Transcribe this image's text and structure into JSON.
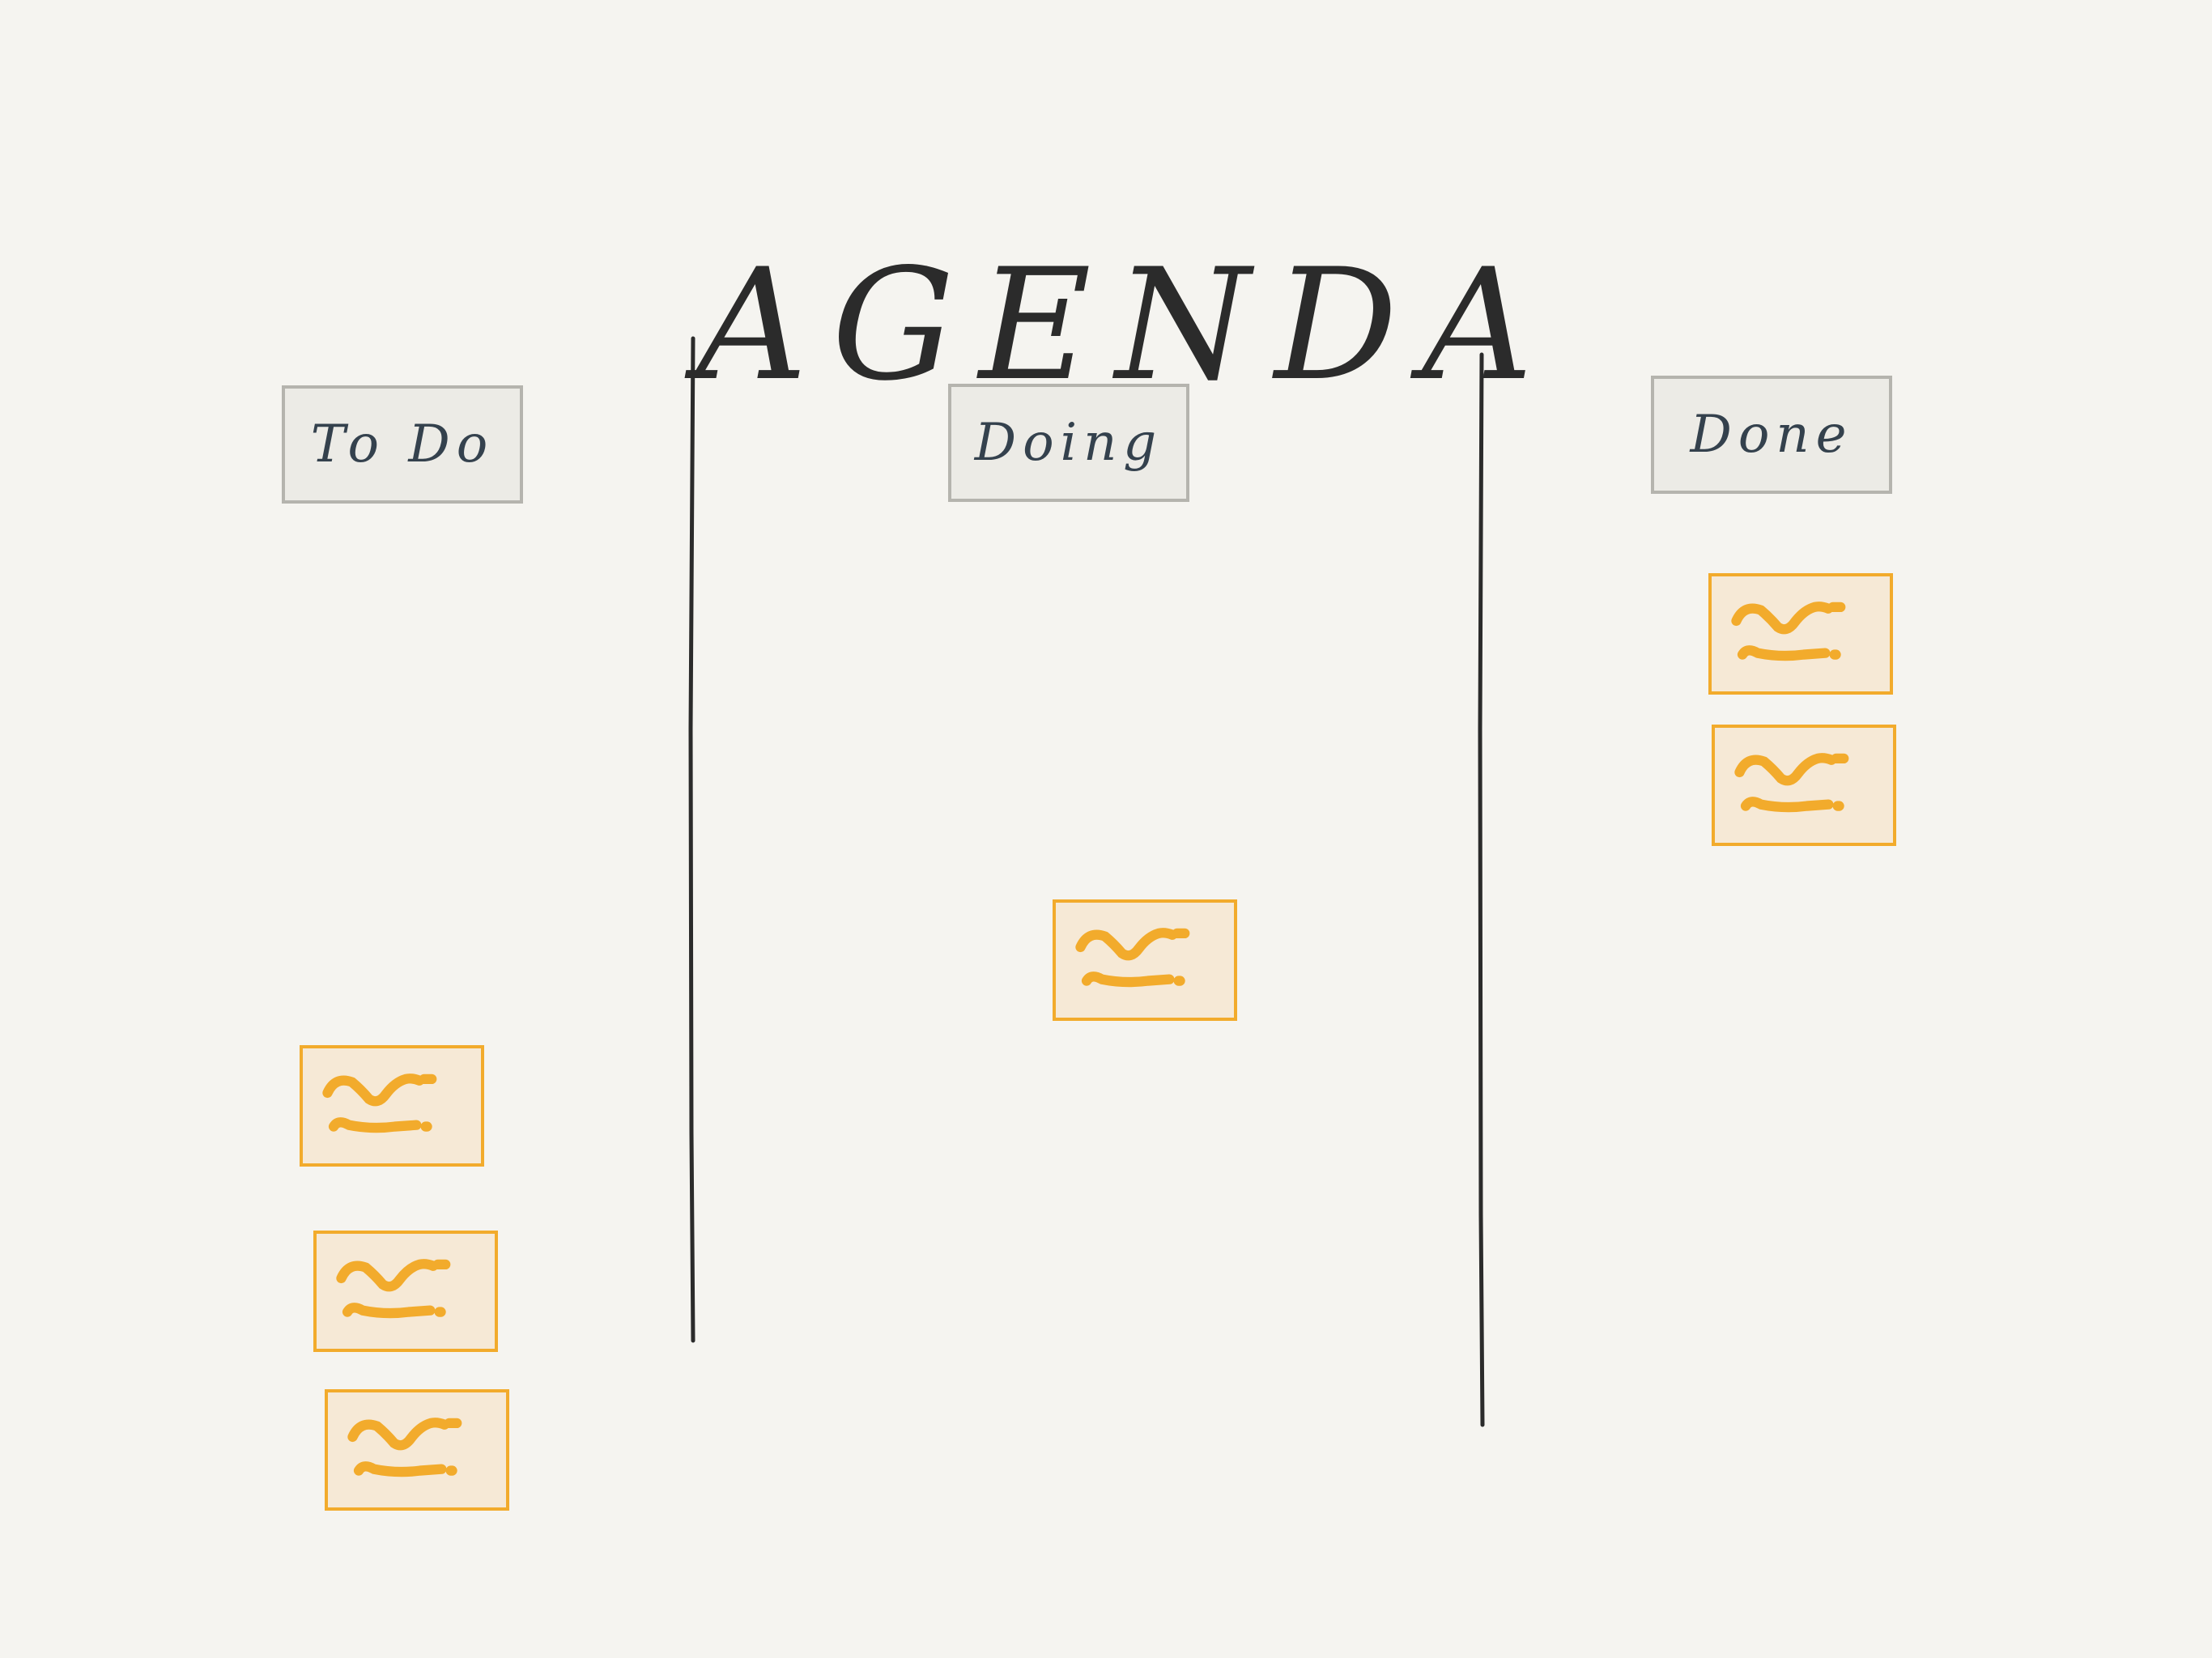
{
  "board": {
    "title": "AGENDA",
    "columns": [
      {
        "id": "todo",
        "label": "To Do",
        "card_count": 3
      },
      {
        "id": "doing",
        "label": "Doing",
        "card_count": 1
      },
      {
        "id": "done",
        "label": "Done",
        "card_count": 2
      }
    ]
  },
  "colors": {
    "background": "#f5f4f0",
    "ink": "#2b2b2b",
    "header_fill": "#ecebe6",
    "header_border": "#b5b4ae",
    "header_text": "#34414d",
    "card_fill": "#f6e9d6",
    "card_border": "#f2ab2c",
    "card_scribble": "#f2ab2c"
  }
}
